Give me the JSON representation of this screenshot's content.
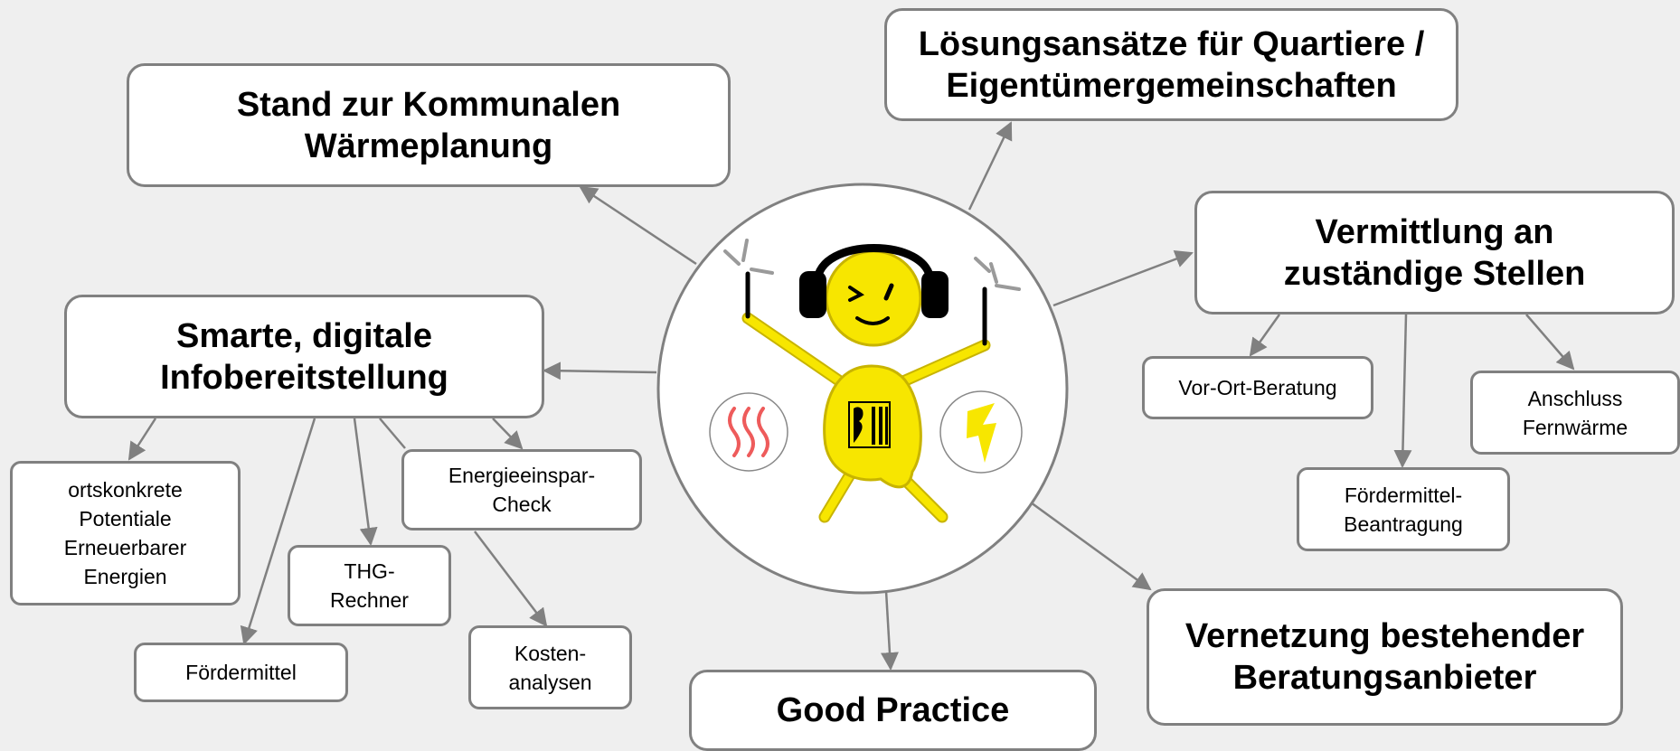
{
  "diagram": {
    "center": {
      "label": ""
    },
    "topics": {
      "kommunal": "Stand zur Kommunalen\nWärmeplanung",
      "quartiere": "Lösungsansätze für Quartiere /\nEigentümergemeinschaften",
      "vermittlung": "Vermittlung an\nzuständige Stellen",
      "smarte": "Smarte, digitale\nInfobereitstellung",
      "vernetzung": "Vernetzung bestehender\nBeratungsanbieter",
      "goodpractice": "Good Practice"
    },
    "subtopics": {
      "vorort": "Vor-Ort-Beratung",
      "anschluss": "Anschluss\nFernwärme",
      "foerderbeantragung": "Fördermittel-\nBeantragung",
      "ortskonkrete": "ortskonkrete\nPotentiale\nErneuerbarer\nEnergien",
      "foerdermittel": "Fördermittel",
      "thg": "THG-\nRechner",
      "energiecheck": "Energieeinspar-\nCheck",
      "kosten": "Kosten-\nanalysen"
    },
    "colors": {
      "mascot": "#f7e600",
      "mascot_outline": "#c8b400",
      "border": "#808080",
      "background": "#efefef",
      "heat_icon": "#ee5b5b"
    }
  }
}
